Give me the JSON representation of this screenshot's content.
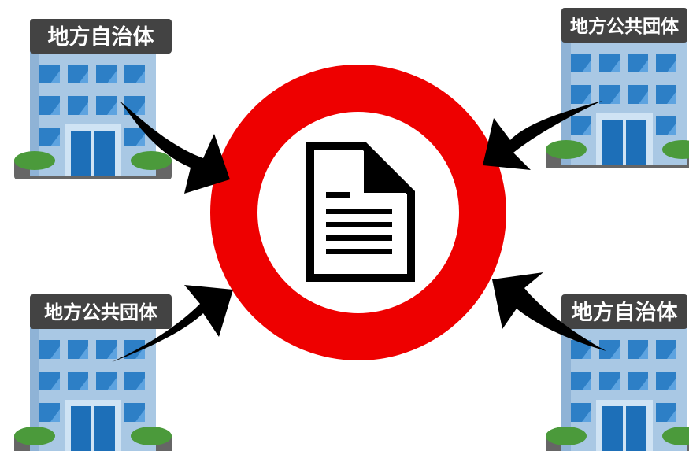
{
  "diagram": {
    "center": {
      "ring_color": "#ee0000",
      "icon": "document-icon"
    },
    "buildings": [
      {
        "sign": "地方自治体"
      },
      {
        "sign": "地方公共団体"
      },
      {
        "sign": "地方公共団体"
      },
      {
        "sign": "地方自治体"
      }
    ],
    "colors": {
      "sign_bg": "#434343",
      "sign_text": "#ffffff",
      "facade": "#a9c8e4",
      "facade_shade": "#8fb3d6",
      "window": "#2d7fc6",
      "window_shine": "#5da3e0",
      "door": "#1d6fb8",
      "door_frame": "#cfe3f4",
      "bush": "#4b9a3b",
      "bush_base": "#666666",
      "arrow": "#000000"
    }
  }
}
